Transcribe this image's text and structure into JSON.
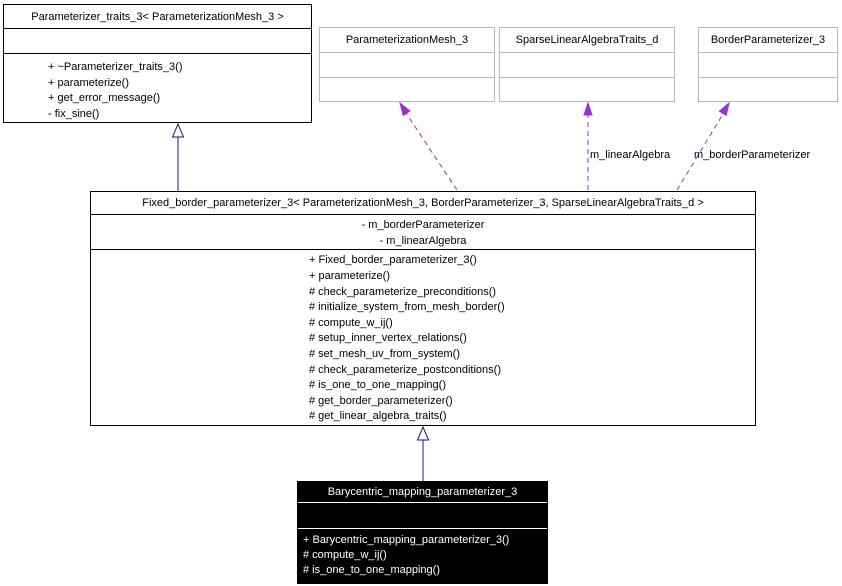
{
  "diagram_type": "uml-class-collaboration-diagram",
  "classes": {
    "parameterizer_traits": {
      "title": "Parameterizer_traits_3< ParameterizationMesh_3 >",
      "attributes": [],
      "methods": [
        "+ ~Parameterizer_traits_3()",
        "+ parameterize()",
        "+ get_error_message()",
        "- fix_sine()"
      ]
    },
    "parameterization_mesh": {
      "title": "ParameterizationMesh_3",
      "attributes": [],
      "methods": []
    },
    "sparse_linear_algebra": {
      "title": "SparseLinearAlgebraTraits_d",
      "attributes": [],
      "methods": []
    },
    "border_parameterizer": {
      "title": "BorderParameterizer_3",
      "attributes": [],
      "methods": []
    },
    "fixed_border": {
      "title": "Fixed_border_parameterizer_3< ParameterizationMesh_3, BorderParameterizer_3, SparseLinearAlgebraTraits_d >",
      "attributes": [
        "- m_borderParameterizer",
        "- m_linearAlgebra"
      ],
      "methods": [
        "+ Fixed_border_parameterizer_3()",
        "+ parameterize()",
        "# check_parameterize_preconditions()",
        "# initialize_system_from_mesh_border()",
        "# compute_w_ij()",
        "# setup_inner_vertex_relations()",
        "# set_mesh_uv_from_system()",
        "# check_parameterize_postconditions()",
        "# is_one_to_one_mapping()",
        "# get_border_parameterizer()",
        "# get_linear_algebra_traits()"
      ]
    },
    "barycentric": {
      "title": "Barycentric_mapping_parameterizer_3",
      "attributes": [],
      "methods": [
        "+ Barycentric_mapping_parameterizer_3()",
        "# compute_w_ij()",
        "# is_one_to_one_mapping()"
      ]
    }
  },
  "edge_labels": {
    "linear_algebra": "m_linearAlgebra",
    "border_parameterizer": "m_borderParameterizer"
  },
  "colors": {
    "inheritance": "#191970",
    "usage": "#9a32cd",
    "template_border": "#b9b9b9",
    "highlight_bg": "#000000",
    "highlight_fg": "#ffffff"
  }
}
